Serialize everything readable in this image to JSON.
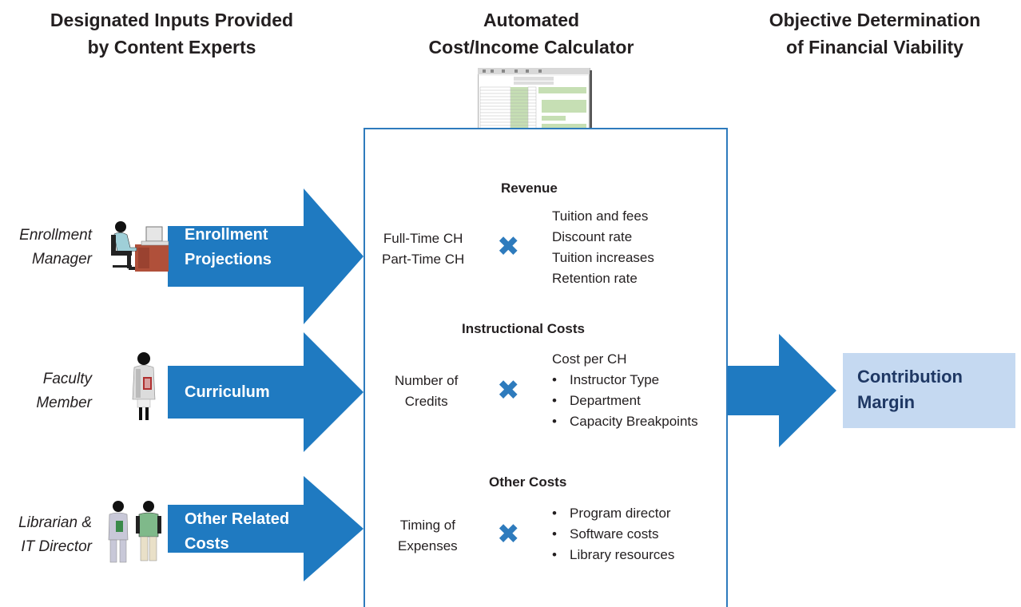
{
  "headers": {
    "inputs": [
      "Designated Inputs Provided",
      "by Content Experts"
    ],
    "calculator": [
      "Automated",
      "Cost/Income Calculator"
    ],
    "objective": [
      "Objective Determination",
      "of  Financial Viability"
    ]
  },
  "roles": {
    "enrollment": [
      "Enrollment",
      "Manager"
    ],
    "faculty": [
      "Faculty",
      "Member"
    ],
    "librarian": [
      "Librarian &",
      "IT Director"
    ]
  },
  "arrows": {
    "enrollment": [
      "Enrollment",
      "Projections"
    ],
    "curriculum": [
      "Curriculum"
    ],
    "other": [
      "Other Related",
      "Costs"
    ]
  },
  "calculator": {
    "revenue": {
      "title": "Revenue",
      "left": [
        "Full-Time CH",
        "Part-Time CH"
      ],
      "right": [
        "Tuition and fees",
        "Discount rate",
        "Tuition increases",
        "Retention rate"
      ]
    },
    "instructional": {
      "title": "Instructional Costs",
      "left": [
        "Number of",
        "Credits"
      ],
      "right_head": "Cost per CH",
      "right_bullets": [
        "Instructor Type",
        "Department",
        "Capacity Breakpoints"
      ]
    },
    "other": {
      "title": "Other Costs",
      "left": [
        "Timing of",
        "Expenses"
      ],
      "right_bullets": [
        "Program director",
        "Software costs",
        "Library resources"
      ]
    },
    "operator": "✖"
  },
  "result": [
    "Contribution",
    "Margin"
  ],
  "colors": {
    "arrow_blue": "#1f7ac1",
    "box_border": "#2e7bbd",
    "result_fill": "#c5d9f1",
    "result_text": "#1f3864",
    "spreadsheet_green": "#c6dfb4"
  },
  "icons": {
    "spreadsheet": "spreadsheet-thumbnail-icon",
    "enrollment": "person-at-computer-icon",
    "faculty": "person-holding-book-icon",
    "librarian": "two-people-icon"
  }
}
